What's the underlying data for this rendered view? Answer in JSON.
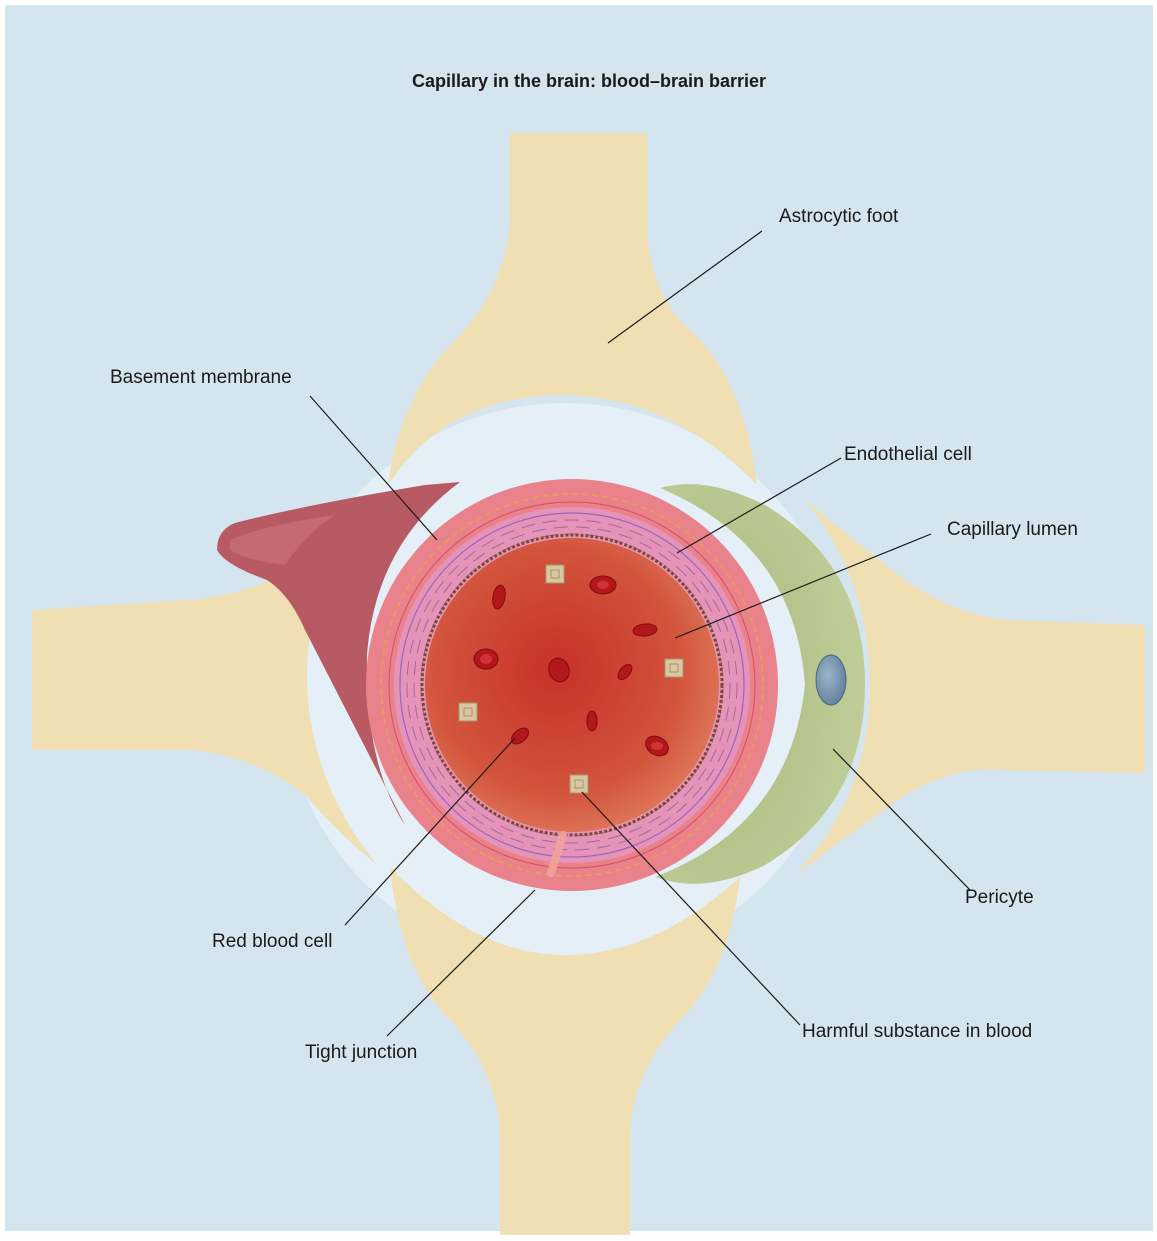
{
  "title": "Capillary in the brain: blood–brain barrier",
  "labels": {
    "astrocytic_foot": "Astrocytic foot",
    "basement_membrane": "Basement membrane",
    "endothelial_cell": "Endothelial cell",
    "capillary_lumen": "Capillary lumen",
    "pericyte": "Pericyte",
    "red_blood_cell": "Red blood cell",
    "tight_junction": "Tight junction",
    "harmful_substance": "Harmful substance in blood"
  },
  "colors": {
    "background": "#d5e5f0",
    "astrocyte": "#efdfb2",
    "basement_membrane": "#e9828a",
    "endothelium": "#e593b8",
    "lumen": "#c8302a",
    "red_blood_cell": "#b3171c",
    "pericyte": "#b9c98f",
    "pericyte_nucleus": "#6f8ea8",
    "harmful_substance": "#d9c7a1"
  }
}
